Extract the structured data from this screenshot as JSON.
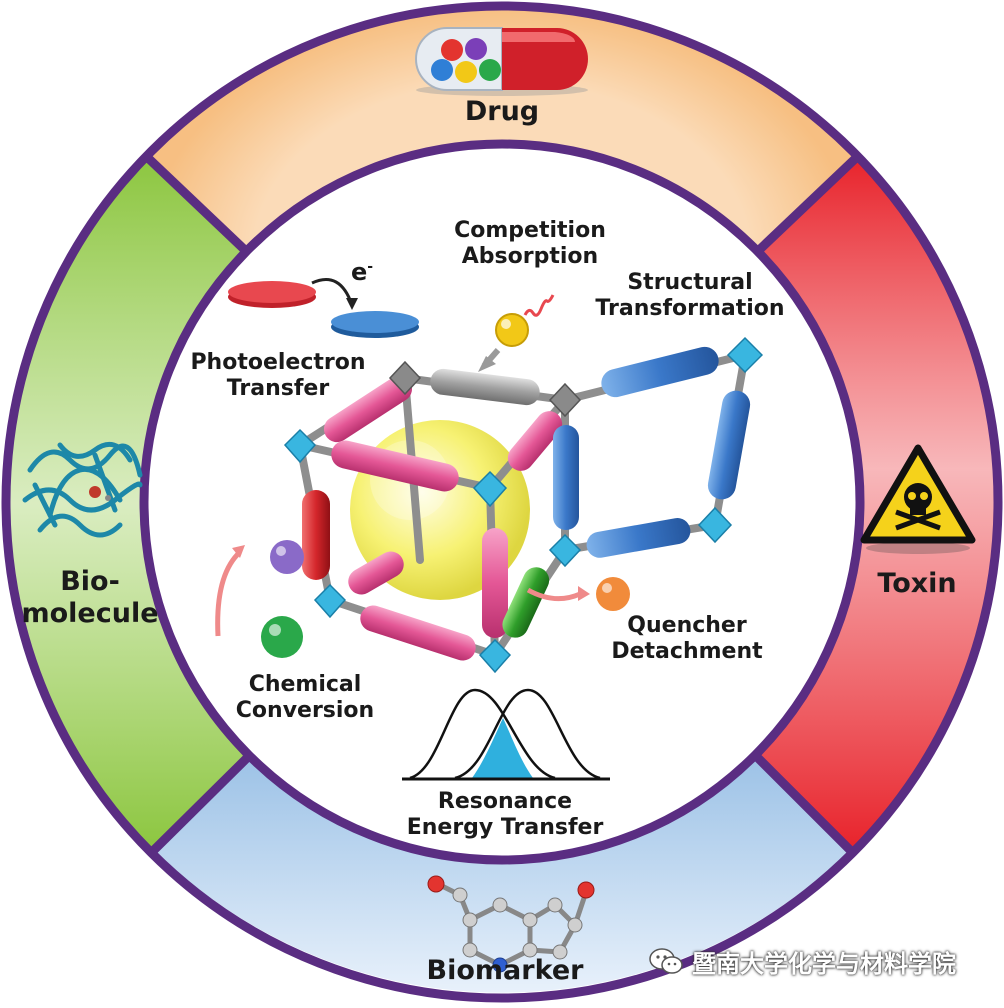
{
  "ring": {
    "top": {
      "label": "Drug",
      "color": "#f7c48e"
    },
    "right": {
      "label": "Toxin",
      "color": "#e8232b"
    },
    "bottom": {
      "label": "Biomarker",
      "color": "#5b9bd5"
    },
    "left": {
      "label_line1": "Bio-",
      "label_line2": "molecule",
      "color": "#8cc63f"
    },
    "border_color": "#5a2d82"
  },
  "mechanisms": {
    "competition": {
      "line1": "Competition",
      "line2": "Absorption"
    },
    "structural": {
      "line1": "Structural",
      "line2": "Transformation"
    },
    "photoelectron": {
      "line1": "Photoelectron",
      "line2": "Transfer",
      "electron": "e"
    },
    "quencher": {
      "line1": "Quencher",
      "line2": "Detachment"
    },
    "chemical": {
      "line1": "Chemical",
      "line2": "Conversion"
    },
    "resonance": {
      "line1": "Resonance",
      "line2": "Energy Transfer"
    }
  },
  "watermark": {
    "text": "暨南大学化学与材料学院"
  }
}
